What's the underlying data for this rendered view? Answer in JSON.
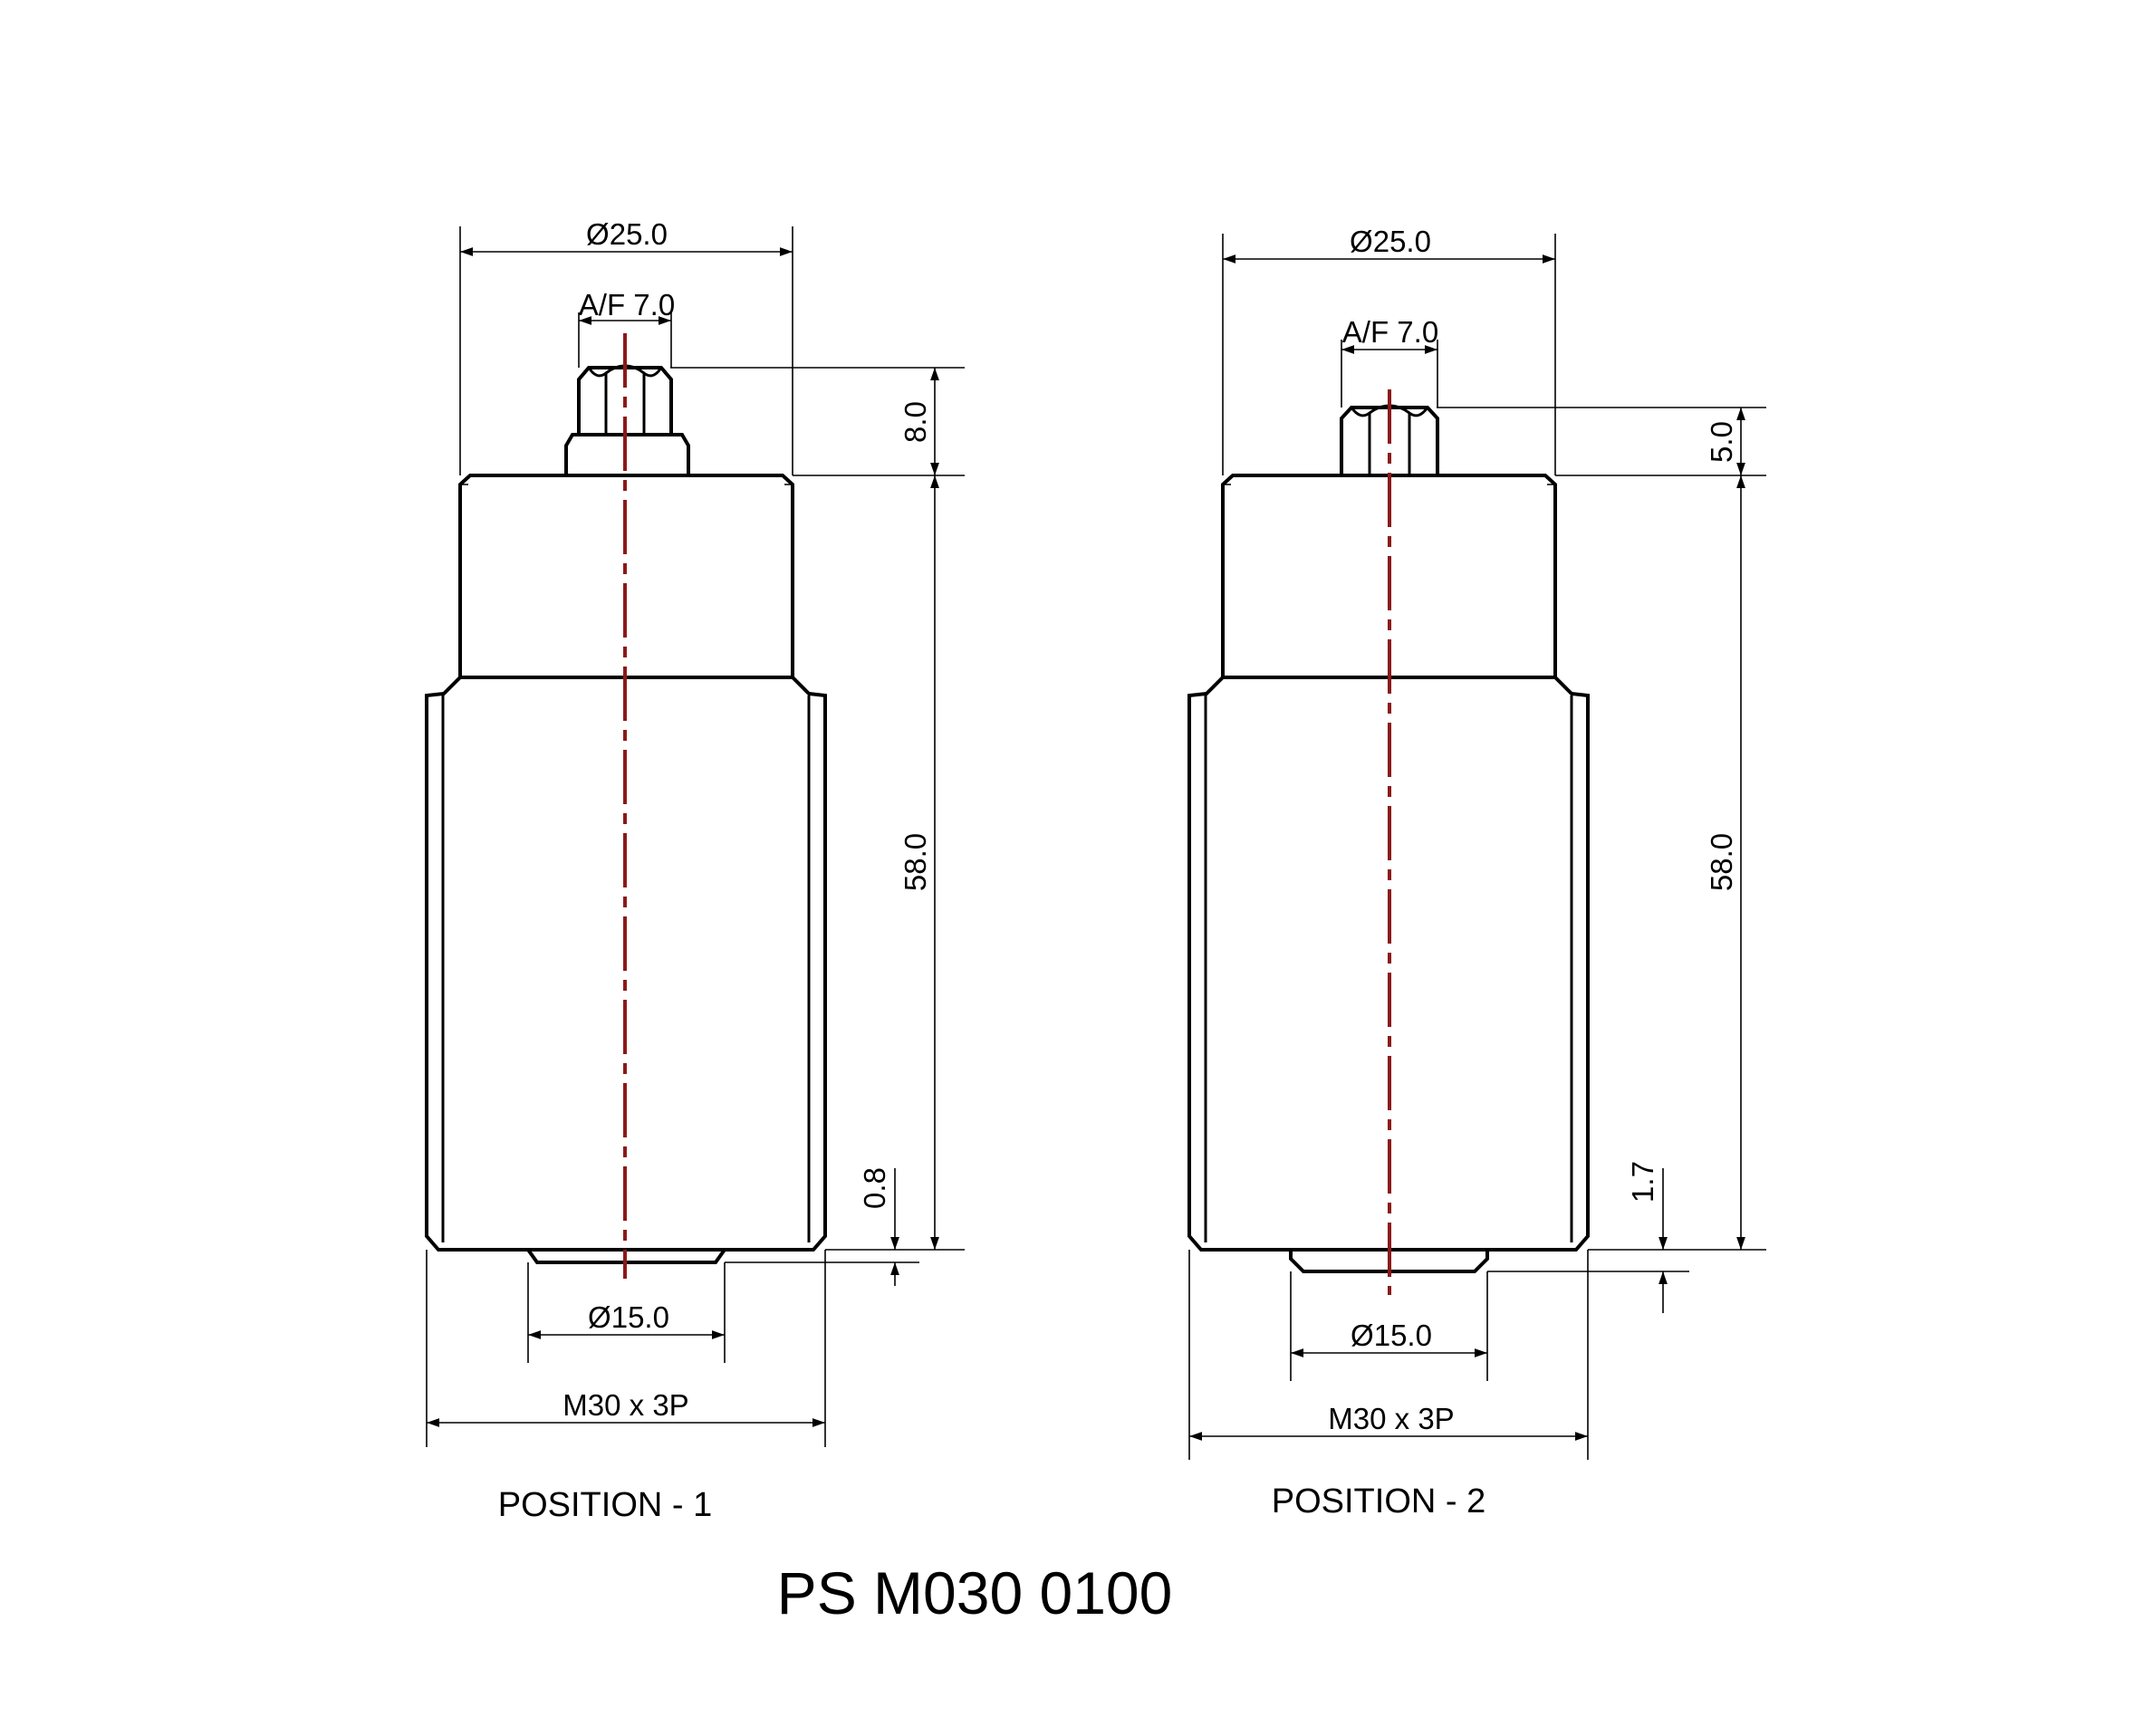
{
  "title": "PS M030 0100",
  "views": [
    {
      "id": "position-1",
      "caption": "POSITION - 1",
      "dims": {
        "top_diameter": "Ø25.0",
        "across_flats": "A/F 7.0",
        "hex_height": "8.0",
        "body_height": "58.0",
        "bottom_protrusion": "0.8",
        "bottom_diameter": "Ø15.0",
        "thread": "M30 x 3P"
      }
    },
    {
      "id": "position-2",
      "caption": "POSITION - 2",
      "dims": {
        "top_diameter": "Ø25.0",
        "across_flats": "A/F 7.0",
        "hex_height": "5.0",
        "body_height": "58.0",
        "bottom_protrusion": "1.7",
        "bottom_diameter": "Ø15.0",
        "thread": "M30 x 3P"
      }
    }
  ],
  "colors": {
    "outline": "#000000",
    "centerline": "#8b1a1a",
    "background": "#ffffff"
  }
}
